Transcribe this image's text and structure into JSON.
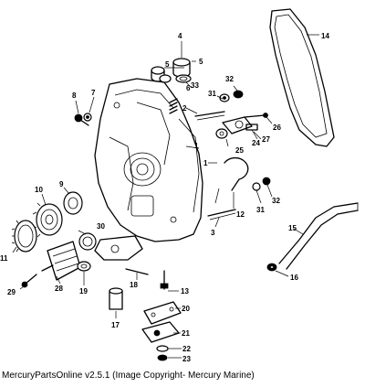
{
  "callouts": {
    "c1": "1",
    "c2": "2",
    "c3": "3",
    "c4": "4",
    "c5a": "5",
    "c5b": "5",
    "c6": "6",
    "c7": "7",
    "c8": "8",
    "c9": "9",
    "c10": "10",
    "c11": "11",
    "c12": "12",
    "c13": "13",
    "c14": "14",
    "c15": "15",
    "c16": "16",
    "c17": "17",
    "c18": "18",
    "c19": "19",
    "c20": "20",
    "c21": "21",
    "c22": "22",
    "c23": "23",
    "c24": "24",
    "c25": "25",
    "c26": "26",
    "c27": "27",
    "c28": "28",
    "c29": "29",
    "c30": "30",
    "c31a": "31",
    "c31b": "31",
    "c32a": "32",
    "c32b": "32",
    "c33": "33"
  },
  "footer": {
    "text": "MercuryPartsOnline v2.5.1 (Image Copyright- Mercury Marine)"
  }
}
